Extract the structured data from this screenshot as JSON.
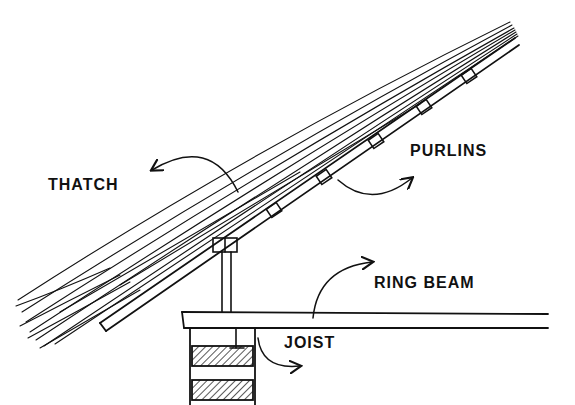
{
  "diagram": {
    "labels": [
      "THATCH",
      "PURLINS",
      "RING BEAM",
      "JOIST"
    ]
  }
}
